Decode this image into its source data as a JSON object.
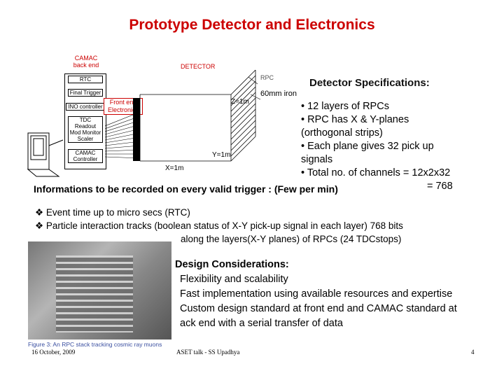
{
  "slide": {
    "title": "Prototype Detector and Electronics",
    "footer_date": "16 October, 2009",
    "footer_talk": "ASET talk - SS Upadhya",
    "page_number": "4"
  },
  "diagram": {
    "camac_label": "CAMAC back end",
    "detector_label": "DETECTOR",
    "rack_boxes": [
      "RTC",
      "Final Trigger",
      "INO controller",
      "TDC Readout Mod Monitor Scaler",
      "CAMAC Controller"
    ],
    "front_end_label": "Front end Electronics",
    "rpc_label": "RPC",
    "iron_label": "60mm iron",
    "z_label": "Z=1m",
    "y_label": "Y=1m",
    "x_label": "X=1m"
  },
  "specs": {
    "title": "Detector Specifications:",
    "lines": [
      "• 12 layers of RPCs",
      "• RPC has X & Y-planes",
      "(orthogonal strips)",
      "• Each plane gives 32 pick up",
      "signals",
      "• Total no. of channels = 12x2x32",
      "= 768"
    ]
  },
  "info": {
    "title": "Informations to be recorded on every valid trigger : (Few per min)",
    "bullets": [
      "Event time up to micro secs (RTC)",
      "Particle interaction tracks (boolean status of  X-Y pick-up signal in each layer) 768 bits",
      "along the layers(X-Y planes) of RPCs (24 TDCstops)"
    ]
  },
  "design": {
    "title": "Design Considerations:",
    "lines": [
      "Flexibility and scalability",
      "Fast implementation using available resources and  expertise",
      "Custom design  standard at front end and CAMAC standard at",
      "ack end with a serial transfer of data"
    ]
  },
  "photo": {
    "caption": "Figure 3: An RPC stack tracking cosmic ray muons"
  }
}
